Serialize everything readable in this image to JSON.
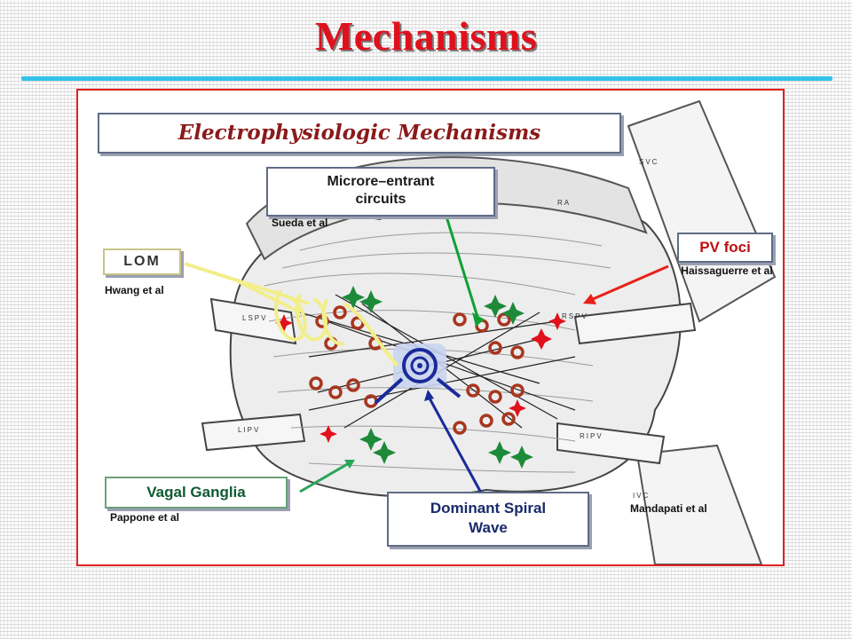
{
  "slide": {
    "title": "Mechanisms"
  },
  "figure": {
    "heading": "Electrophysiologic Mechanisms",
    "callouts": {
      "microreentrant": "Microre–entrant circuits",
      "pv_foci": "PV foci",
      "lom": "LOM",
      "vagal_ganglia": "Vagal Ganglia",
      "dominant_spiral_wave": "Dominant Spiral Wave"
    },
    "citations": {
      "sueda": "Sueda et al",
      "haissaguerre": "Haissaguerre et al",
      "hwang": "Hwang et al",
      "pappone": "Pappone et al",
      "mandapati": "Mandapati et al"
    },
    "vessel_labels": {
      "svc": "SVC",
      "ra": "RA",
      "lspv": "LSPV",
      "rspv": "RSPV",
      "lipv": "LIPV",
      "ripv": "RIPV",
      "ivc": "IVC"
    },
    "colors": {
      "frame": "#e02020",
      "title": "#e0101c",
      "rule": "#33c3ea",
      "heading_text": "#8b1a1a",
      "box_border": "#5f6b86",
      "microreentrant_arrow": "#11a033",
      "pv_arrow": "#e8201a",
      "lom_lines": "#f2ee8a",
      "vagal_arrow": "#2aa55a",
      "spiral_arrow": "#1a2a9a",
      "circuit_rings": "#a8361e",
      "ganglia_stars": "#1d8a3a",
      "foci_stars": "#e0101c"
    },
    "icons": [
      "microreentrant-ring-icon",
      "ganglion-star-icon",
      "focus-star-icon",
      "spiral-wave-icon"
    ]
  }
}
